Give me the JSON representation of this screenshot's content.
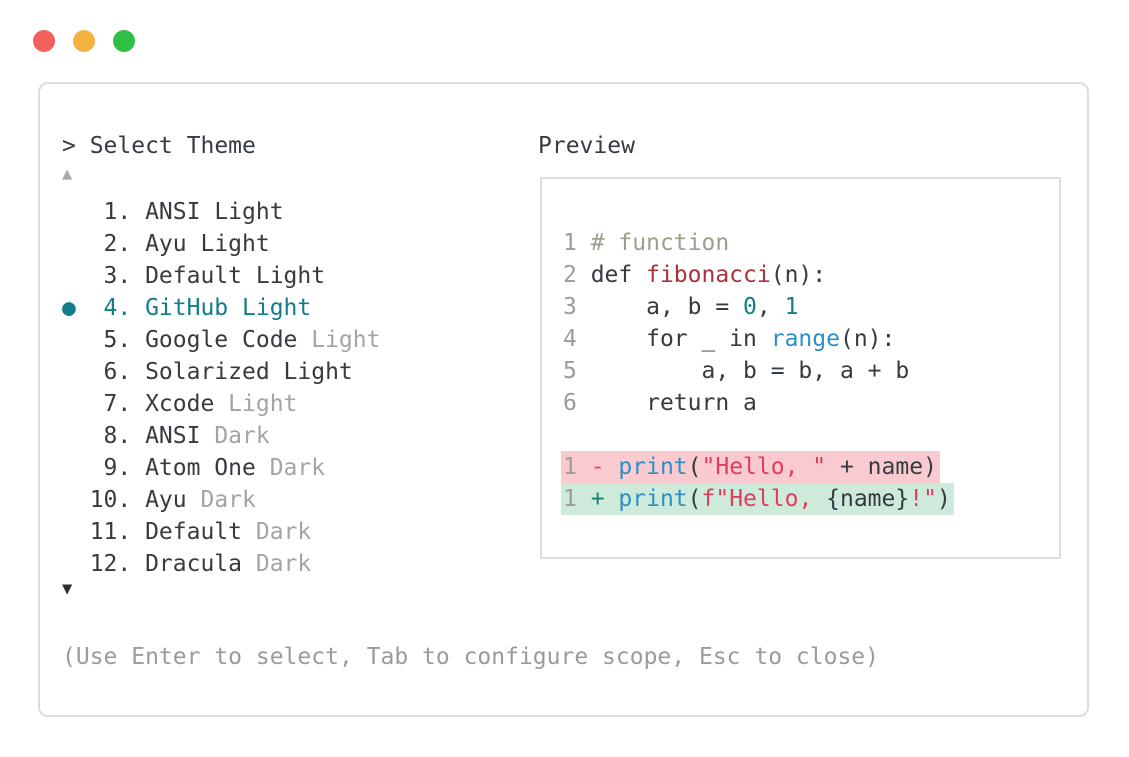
{
  "colors": {
    "text": "#363b41",
    "muted": "#a4a4a4",
    "hint": "#9b9b9b",
    "linenum": "#9b9b9b",
    "comment": "#9aa08c",
    "func": "#a9333a",
    "builtin": "#2e8fc5",
    "number": "#0e7e89",
    "string": "#e23c5c",
    "sign_removed": "#da4a63",
    "sign_added": "#1a7e6e",
    "selected": "#127c8a",
    "removed_bg": "#f9cbd0",
    "added_bg": "#cdeadb",
    "border": "#dcdcdc",
    "light_close": "#f2605a",
    "light_minimize": "#f3b13f",
    "light_zoom": "#2fbf46"
  },
  "theme_picker": {
    "prompt": "> Select Theme",
    "scroll_up": "▲",
    "scroll_down": "▼",
    "hint": "(Use Enter to select, Tab to configure scope, Esc to close)",
    "items": [
      {
        "number": "1.",
        "name": "ANSI",
        "suffix": "Light",
        "muted_suffix": false,
        "selected": false
      },
      {
        "number": "2.",
        "name": "Ayu",
        "suffix": "Light",
        "muted_suffix": false,
        "selected": false
      },
      {
        "number": "3.",
        "name": "Default",
        "suffix": "Light",
        "muted_suffix": false,
        "selected": false
      },
      {
        "number": "4.",
        "name": "GitHub",
        "suffix": "Light",
        "muted_suffix": false,
        "selected": true
      },
      {
        "number": "5.",
        "name": "Google Code",
        "suffix": "Light",
        "muted_suffix": true,
        "selected": false
      },
      {
        "number": "6.",
        "name": "Solarized",
        "suffix": "Light",
        "muted_suffix": false,
        "selected": false
      },
      {
        "number": "7.",
        "name": "Xcode",
        "suffix": "Light",
        "muted_suffix": true,
        "selected": false
      },
      {
        "number": "8.",
        "name": "ANSI",
        "suffix": "Dark",
        "muted_suffix": true,
        "selected": false
      },
      {
        "number": "9.",
        "name": "Atom One",
        "suffix": "Dark",
        "muted_suffix": true,
        "selected": false
      },
      {
        "number": "10.",
        "name": "Ayu",
        "suffix": "Dark",
        "muted_suffix": true,
        "selected": false
      },
      {
        "number": "11.",
        "name": "Default",
        "suffix": "Dark",
        "muted_suffix": true,
        "selected": false
      },
      {
        "number": "12.",
        "name": "Dracula",
        "suffix": "Dark",
        "muted_suffix": true,
        "selected": false
      }
    ]
  },
  "preview": {
    "title": "Preview",
    "code_lines": [
      {
        "num": "1",
        "tokens": [
          {
            "t": "# function",
            "c": "comment"
          }
        ]
      },
      {
        "num": "2",
        "tokens": [
          {
            "t": "def ",
            "c": "text"
          },
          {
            "t": "fibonacci",
            "c": "func"
          },
          {
            "t": "(n):",
            "c": "text"
          }
        ]
      },
      {
        "num": "3",
        "tokens": [
          {
            "t": "    a, b = ",
            "c": "text"
          },
          {
            "t": "0",
            "c": "number"
          },
          {
            "t": ", ",
            "c": "text"
          },
          {
            "t": "1",
            "c": "number"
          }
        ]
      },
      {
        "num": "4",
        "tokens": [
          {
            "t": "    for _ in ",
            "c": "text"
          },
          {
            "t": "range",
            "c": "builtin"
          },
          {
            "t": "(n):",
            "c": "text"
          }
        ]
      },
      {
        "num": "5",
        "tokens": [
          {
            "t": "        a, b = b, a + b",
            "c": "text"
          }
        ]
      },
      {
        "num": "6",
        "tokens": [
          {
            "t": "    return a",
            "c": "text"
          }
        ]
      }
    ],
    "diff_lines": [
      {
        "num": "1",
        "kind": "removed",
        "tokens": [
          {
            "t": " - ",
            "c": "sign_removed"
          },
          {
            "t": "print",
            "c": "builtin"
          },
          {
            "t": "(",
            "c": "text"
          },
          {
            "t": "\"Hello, \"",
            "c": "string"
          },
          {
            "t": " + name)",
            "c": "text"
          }
        ]
      },
      {
        "num": "1",
        "kind": "added",
        "tokens": [
          {
            "t": " + ",
            "c": "sign_added"
          },
          {
            "t": "print",
            "c": "builtin"
          },
          {
            "t": "(",
            "c": "text"
          },
          {
            "t": "f\"Hello, ",
            "c": "string"
          },
          {
            "t": "{name}",
            "c": "text"
          },
          {
            "t": "!\"",
            "c": "string"
          },
          {
            "t": ")",
            "c": "text"
          }
        ]
      }
    ]
  }
}
